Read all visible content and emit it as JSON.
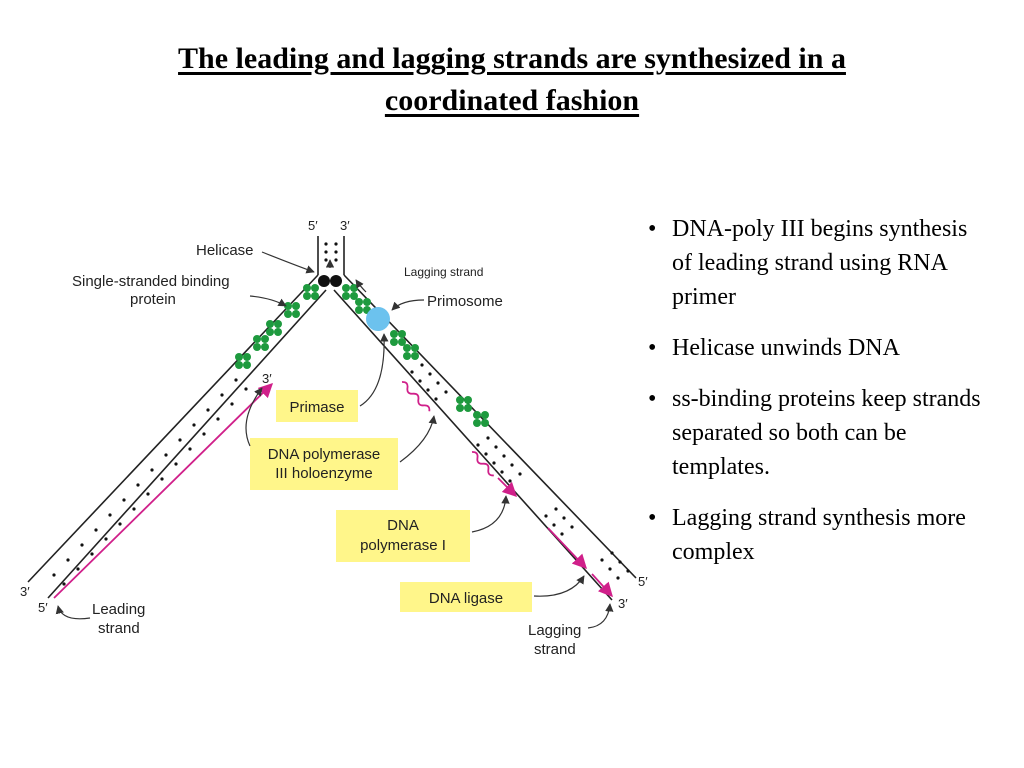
{
  "title_line1": "The leading and lagging strands are synthesized in a",
  "title_line2": "coordinated fashion",
  "bullets": [
    "DNA-poly III begins synthesis of leading strand using RNA primer",
    "Helicase unwinds DNA",
    "ss-binding proteins keep strands separated so both can be templates.",
    "Lagging strand synthesis more complex"
  ],
  "diagram": {
    "helicase": "Helicase",
    "ssb_line1": "Single-stranded binding",
    "ssb_line2": "protein",
    "lagging_strand_top": "Lagging strand",
    "primosome": "Primosome",
    "primase": "Primase",
    "pol3_line1": "DNA polymerase",
    "pol3_line2": "III holoenzyme",
    "pol1_line1": "DNA",
    "pol1_line2": "polymerase I",
    "ligase": "DNA ligase",
    "leading_line1": "Leading",
    "leading_line2": "strand",
    "lagging_line1": "Lagging",
    "lagging_line2": "strand",
    "end_5_top": "5′",
    "end_3_top": "3′",
    "end_3_left": "3′",
    "end_5_left": "5′",
    "end_3_leading": "3′",
    "end_5_right": "5′",
    "end_3_right": "3′"
  },
  "colors": {
    "ssb": "#1e9a3e",
    "primosome": "#6cc2ee",
    "new_strand": "#d0208a",
    "label_box": "#fff68a"
  }
}
